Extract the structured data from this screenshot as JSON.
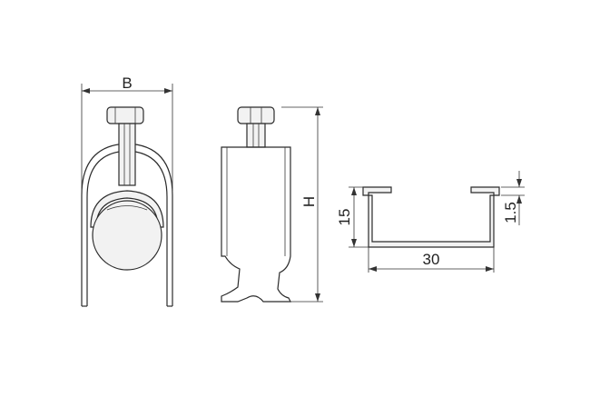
{
  "views": {
    "front": {
      "dimension_label": "B"
    },
    "side": {
      "dimension_label": "H"
    },
    "rail_section": {
      "width_label": "30",
      "height_label": "15",
      "thickness_label": "1.5"
    }
  },
  "colors": {
    "line": "#2b2b2b",
    "fill": "#f2f2f2",
    "background": "#ffffff"
  }
}
